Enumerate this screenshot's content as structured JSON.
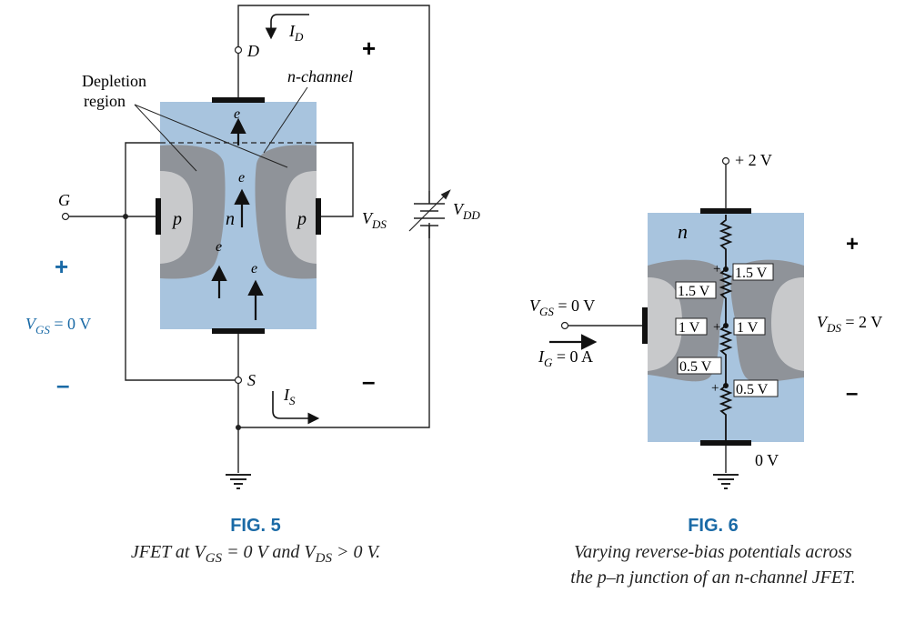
{
  "fig5": {
    "title": "FIG. 5",
    "caption": {
      "p1": "JFET at V",
      "s1": "GS",
      "p2": " = 0 V and V",
      "s2": "DS",
      "p3": " > 0 V."
    },
    "labels": {
      "drain": "D",
      "gate": "G",
      "source": "S",
      "id_main": "I",
      "id_sub": "D",
      "is_main": "I",
      "is_sub": "S",
      "depletion_l1": "Depletion",
      "depletion_l2": "region",
      "nchannel": "n-channel",
      "p_left": "p",
      "p_right": "p",
      "n": "n",
      "e": "e",
      "vds_main": "V",
      "vds_sub": "DS",
      "vdd_main": "V",
      "vdd_sub": "DD",
      "vgs": "V",
      "vgs_sub": "GS",
      "vgs_val": " = 0 V",
      "plus": "+",
      "minus": "–"
    }
  },
  "fig6": {
    "title": "FIG. 6",
    "caption_l1": "Varying reverse-bias potentials across",
    "caption_l2": "the p–n junction of an n-channel JFET.",
    "labels": {
      "top_voltage": "+ 2 V",
      "bottom_voltage": "0 V",
      "n": "n",
      "v15": "1.5 V",
      "v1": "1 V",
      "v05": "0.5 V",
      "vgs_main": "V",
      "vgs_sub": "GS",
      "vgs_val": " = 0 V",
      "ig_main": "I",
      "ig_sub": "G",
      "ig_val": " = 0 A",
      "vds_main": "V",
      "vds_sub": "DS",
      "vds_val": " = 2 V",
      "plus": "+",
      "minus": "–"
    }
  },
  "colors": {
    "channel": "#a8c4de",
    "depletion": "#8f9399",
    "pregion": "#c8c9cb",
    "contact": "#111111",
    "accent": "#1a6aa6"
  }
}
